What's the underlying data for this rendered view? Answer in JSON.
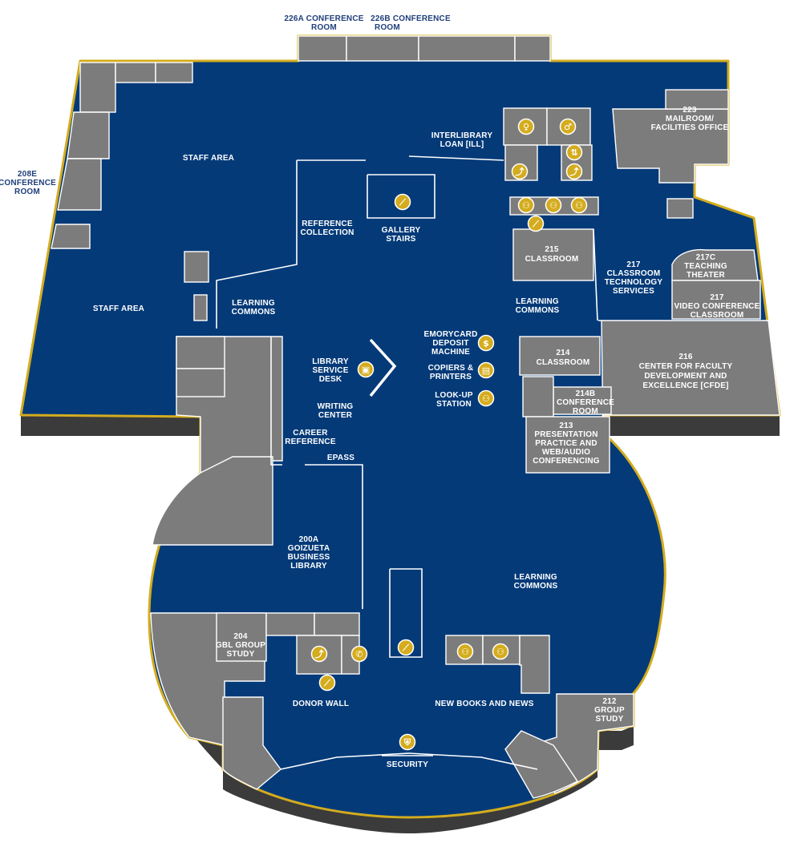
{
  "map": {
    "colors": {
      "floor": "#043a78",
      "room": "#7c7c7c",
      "border": "#d4ac1e",
      "base": "#3b3b3b",
      "icon": "#d4ac1e",
      "outside_label": "#1f3f7a"
    },
    "labels": {
      "conf_226a": [
        "226A CONFERENCE",
        "ROOM"
      ],
      "conf_226b": [
        "226B CONFERENCE",
        "ROOM"
      ],
      "conf_208e": [
        "208E",
        "CONFERENCE",
        "ROOM"
      ],
      "staff_area_top": [
        "STAFF AREA"
      ],
      "staff_area_left": [
        "STAFF AREA"
      ],
      "interlibrary_loan": [
        "INTERLIBRARY",
        "LOAN [ILL]"
      ],
      "mailroom_223": [
        "223",
        "MAILROOM/",
        "FACILITIES OFFICE"
      ],
      "reference_collection": [
        "REFERENCE",
        "COLLECTION"
      ],
      "gallery_stairs": [
        "GALLERY",
        "STAIRS"
      ],
      "classroom_215": [
        "215",
        "CLASSROOM"
      ],
      "classroom_tech_217": [
        "217",
        "CLASSROOM",
        "TECHNOLOGY",
        "SERVICES"
      ],
      "teaching_theater_217c": [
        "217C",
        "TEACHING",
        "THEATER"
      ],
      "video_conf_217": [
        "217",
        "VIDEO CONFERENCE",
        "CLASSROOM"
      ],
      "learning_commons_left": [
        "LEARNING",
        "COMMONS"
      ],
      "learning_commons_right": [
        "LEARNING",
        "COMMONS"
      ],
      "emorycard": [
        "EMORYCARD",
        "DEPOSIT",
        "MACHINE"
      ],
      "copiers": [
        "COPIERS &",
        "PRINTERS"
      ],
      "lookup": [
        "LOOK-UP",
        "STATION"
      ],
      "service_desk": [
        "LIBRARY",
        "SERVICE",
        "DESK"
      ],
      "classroom_214": [
        "214",
        "CLASSROOM"
      ],
      "cfde_216": [
        "216",
        "CENTER FOR FACULTY",
        "DEVELOPMENT AND",
        "EXCELLENCE [CFDE]"
      ],
      "conf_214b": [
        "214B",
        "CONFERENCE",
        "ROOM"
      ],
      "presentation_213": [
        "213",
        "PRESENTATION",
        "PRACTICE AND",
        "WEB/AUDIO",
        "CONFERENCING"
      ],
      "writing_center": [
        "WRITING",
        "CENTER"
      ],
      "career_reference": [
        "CAREER",
        "REFERENCE"
      ],
      "epass": [
        "EPASS"
      ],
      "goizueta_200a": [
        "200A",
        "GOIZUETA",
        "BUSINESS",
        "LIBRARY"
      ],
      "learning_commons_south": [
        "LEARNING",
        "COMMONS"
      ],
      "gbl_204": [
        "204",
        "GBL GROUP",
        "STUDY"
      ],
      "donor_wall": [
        "DONOR WALL"
      ],
      "new_books": [
        "NEW BOOKS AND NEWS"
      ],
      "group_study_212": [
        "212",
        "GROUP",
        "STUDY"
      ],
      "security": [
        "SECURITY"
      ]
    },
    "icons": [
      {
        "name": "restroom-women-icon",
        "glyph": "♀"
      },
      {
        "name": "restroom-men-icon",
        "glyph": "♂"
      },
      {
        "name": "water-fountain-icon",
        "glyph": "⤴"
      },
      {
        "name": "elevator-icon",
        "glyph": "⇅"
      },
      {
        "name": "water-fountain-icon",
        "glyph": "⤴"
      },
      {
        "name": "stairs-icon",
        "glyph": "⟋"
      },
      {
        "name": "group-study-icon",
        "glyph": "⚇"
      },
      {
        "name": "group-study-icon",
        "glyph": "⚇"
      },
      {
        "name": "group-study-icon",
        "glyph": "⚇"
      },
      {
        "name": "stairs-icon",
        "glyph": "⟋"
      },
      {
        "name": "deposit-machine-icon",
        "glyph": "$"
      },
      {
        "name": "printer-icon",
        "glyph": "▤"
      },
      {
        "name": "lookup-station-icon",
        "glyph": "⚇"
      },
      {
        "name": "service-desk-icon",
        "glyph": "▣"
      },
      {
        "name": "water-fountain-icon",
        "glyph": "⤴"
      },
      {
        "name": "phone-icon",
        "glyph": "✆"
      },
      {
        "name": "stairs-icon",
        "glyph": "⟋"
      },
      {
        "name": "stairs-icon",
        "glyph": "⟋"
      },
      {
        "name": "group-study-icon",
        "glyph": "⚇"
      },
      {
        "name": "group-study-icon",
        "glyph": "⚇"
      },
      {
        "name": "security-icon",
        "glyph": "⛨"
      }
    ]
  }
}
